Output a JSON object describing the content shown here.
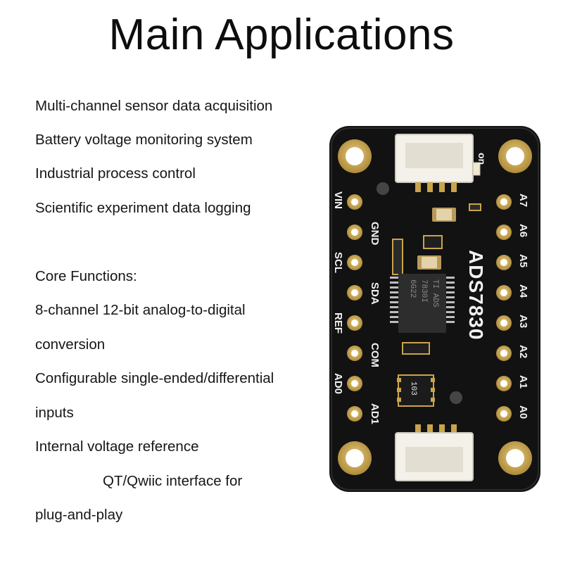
{
  "heading": "Main Applications",
  "lines": [
    "Multi-channel sensor data acquisition",
    "Battery voltage monitoring system",
    "Industrial process control",
    "Scientific experiment data logging",
    "Core Functions:",
    "8-channel 12-bit analog-to-digital",
    "conversion",
    "Configurable single-ended/differential",
    "inputs",
    "Internal voltage reference",
    "QT/Qwiic interface for",
    "plug-and-play"
  ],
  "board": {
    "name": "ADS7830",
    "left_pins": [
      "VIN",
      "GND",
      "SCL",
      "SDA",
      "REF",
      "COM",
      "AD0",
      "AD1"
    ],
    "right_pins": [
      "A7",
      "A6",
      "A5",
      "A4",
      "A3",
      "A2",
      "A1",
      "A0"
    ],
    "on_label": "on",
    "chip_marking": [
      "TI ADS",
      "7830I",
      "6G22"
    ],
    "resistor_code": "103",
    "colors": {
      "pcb": "#121212",
      "silkscreen": "#f2f2f2",
      "gold": "#c9a44a",
      "connector": "#f4f1ea"
    }
  }
}
